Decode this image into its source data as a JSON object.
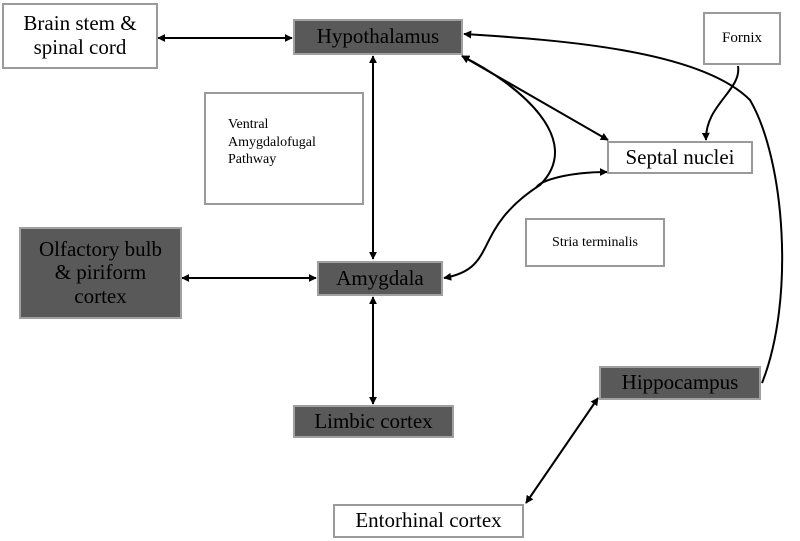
{
  "nodes": {
    "hypothalamus": "Hypothalamus",
    "brainstem_line1": "Brain stem &",
    "brainstem_line2": "spinal cord",
    "fornix": "Fornix",
    "septal": "Septal nuclei",
    "olfactory_line1": "Olfactory bulb",
    "olfactory_line2": "& piriform",
    "olfactory_line3": "cortex",
    "amygdala": "Amygdala",
    "limbic": "Limbic cortex",
    "hippocampus": "Hippocampus",
    "entorhinal": "Entorhinal cortex"
  },
  "labels": {
    "ventral_line1": "Ventral",
    "ventral_line2": "Amygdalofugal",
    "ventral_line3": "Pathway",
    "stria": "Stria terminalis"
  },
  "colors": {
    "dark_fill": "#595959",
    "border": "#9a9a9a",
    "line": "#000000"
  }
}
